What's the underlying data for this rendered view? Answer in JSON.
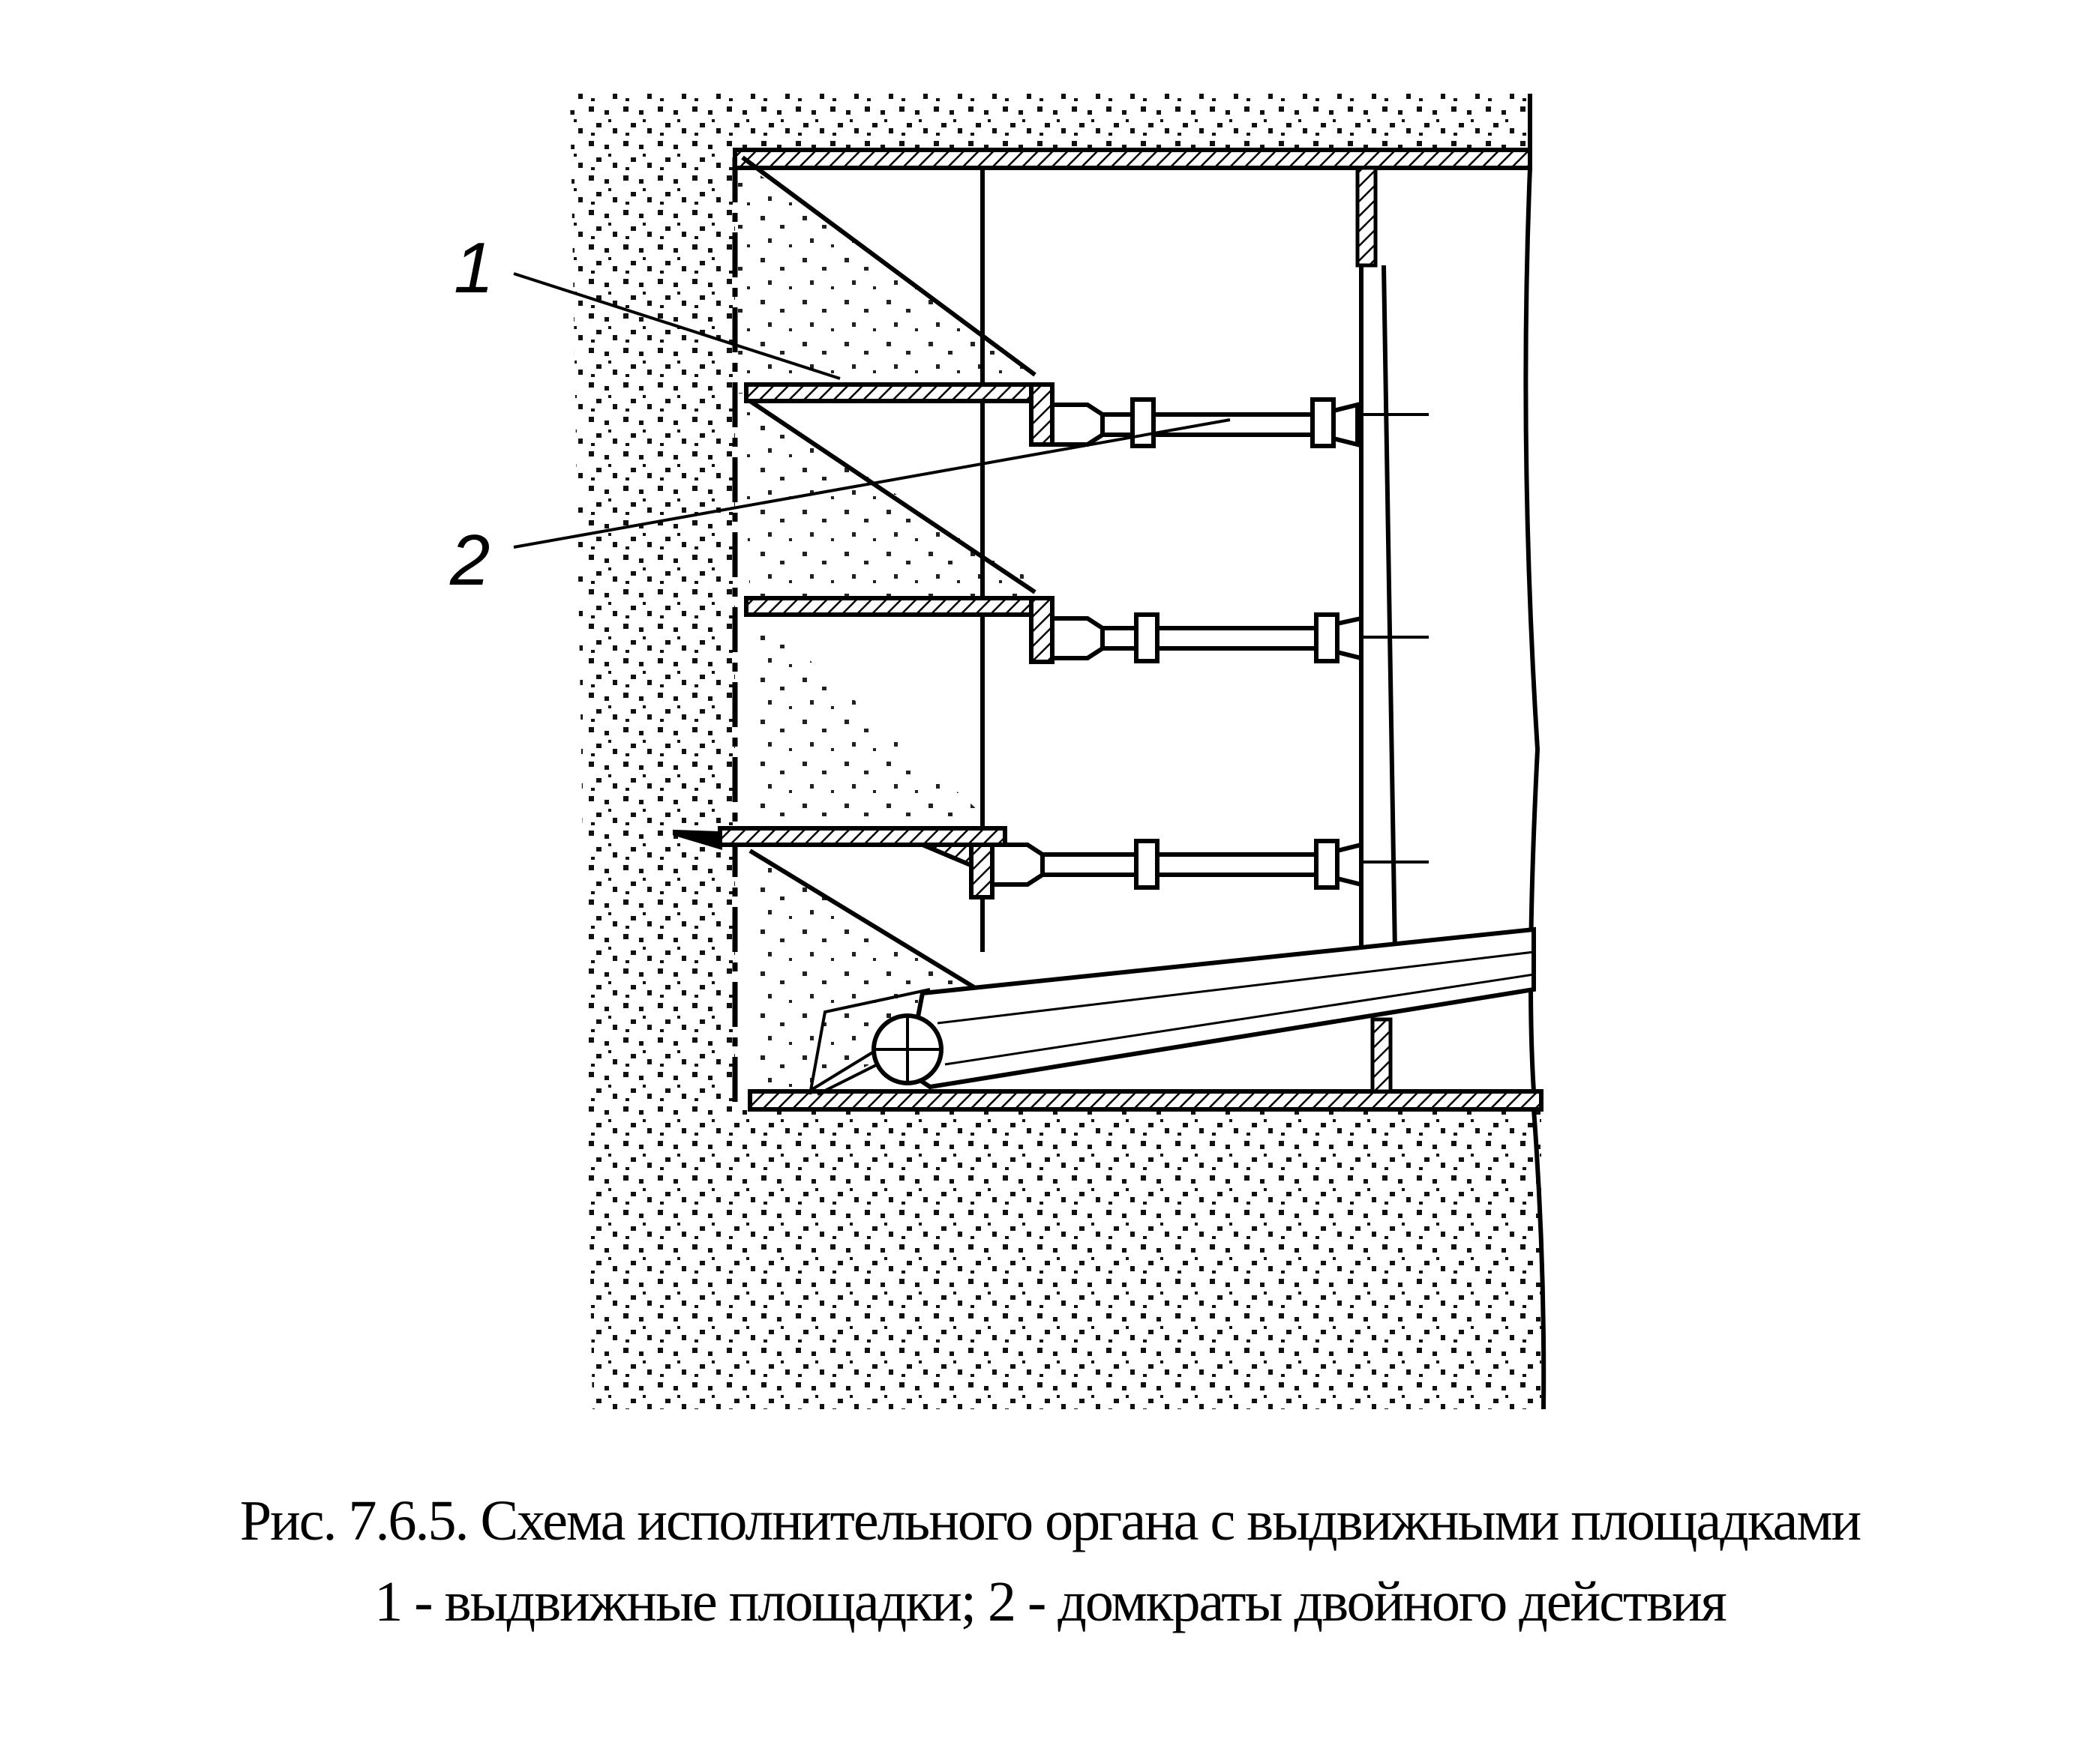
{
  "figure": {
    "callouts": [
      {
        "number": "1"
      },
      {
        "number": "2"
      }
    ]
  },
  "caption": {
    "line1": "Рис. 7.6.5. Схема исполнительного органа с выдвижными площадками",
    "line2": "1 - выдвижные площадки; 2 - домкраты двойного действия"
  }
}
